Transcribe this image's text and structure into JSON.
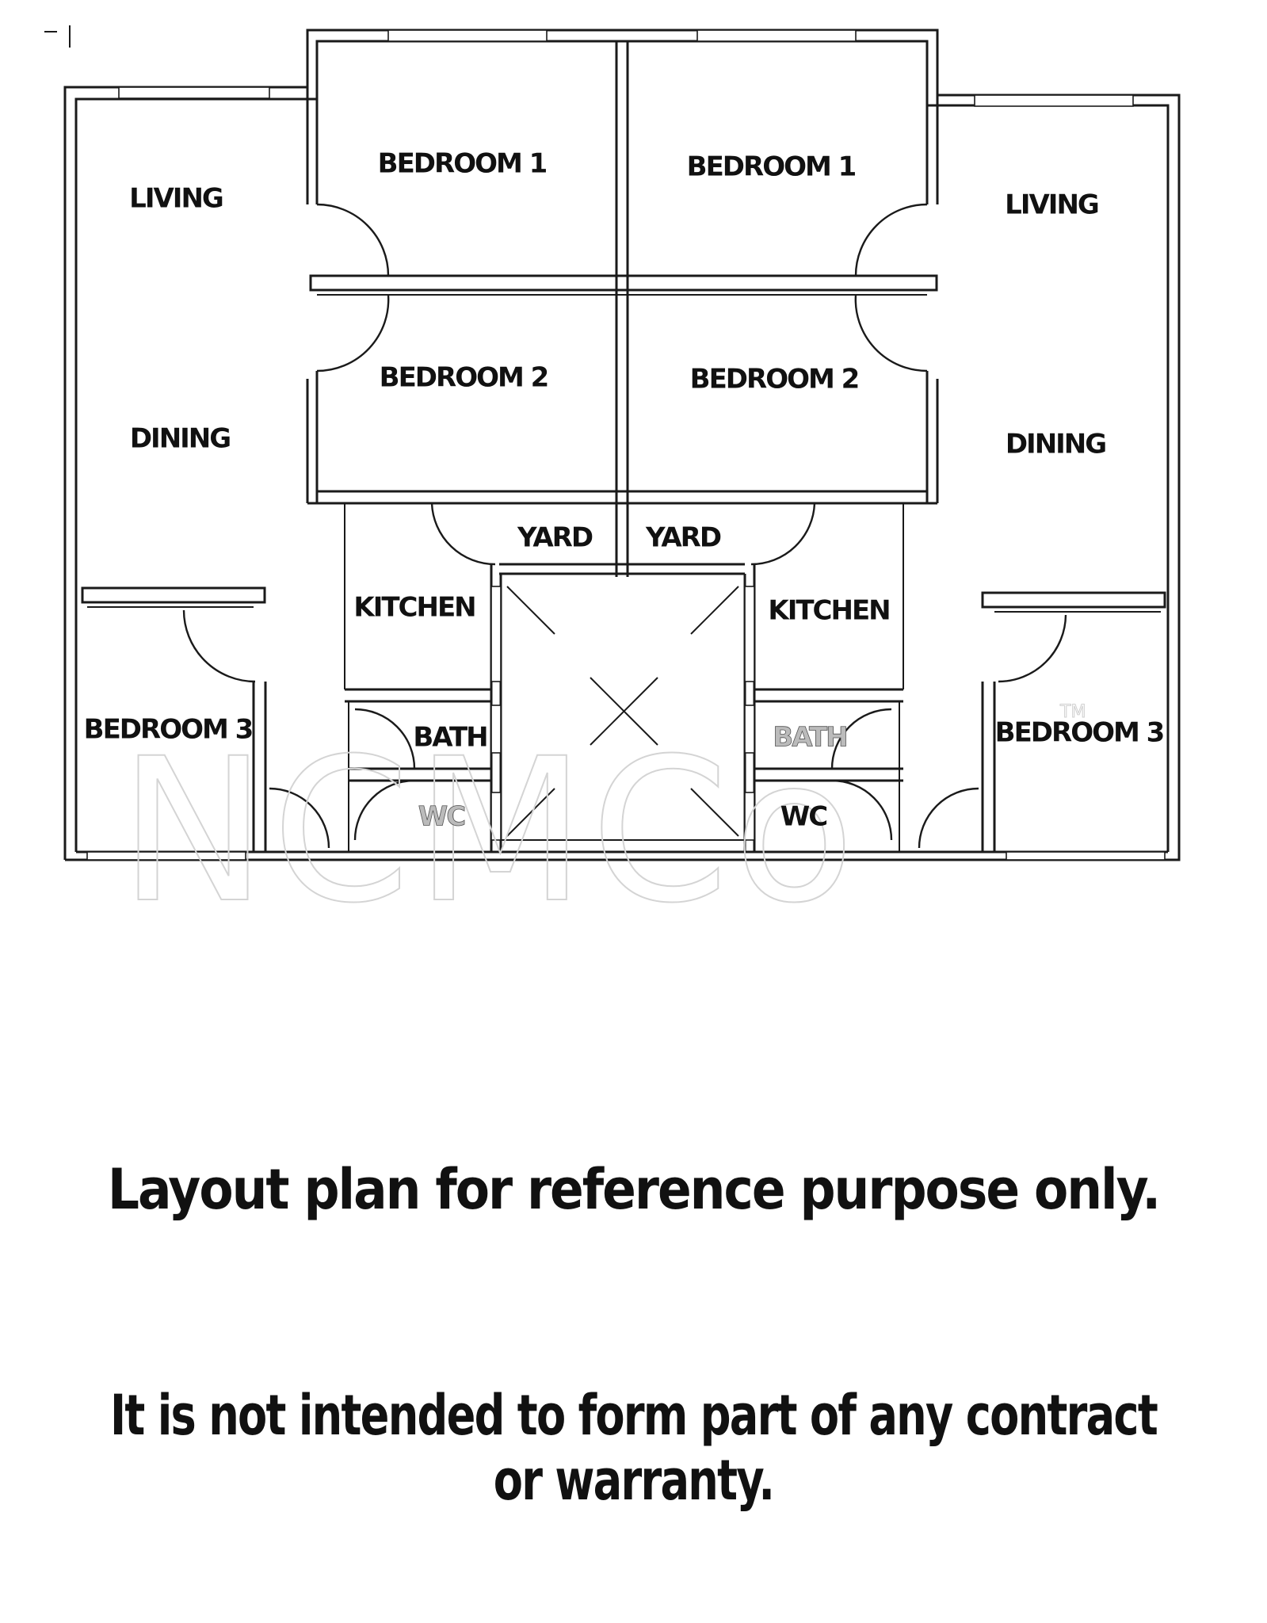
{
  "plan": {
    "rooms": {
      "l_living": "LIVING",
      "l_dining": "DINING",
      "l_bed1": "BEDROOM 1",
      "l_bed2": "BEDROOM 2",
      "l_bed3": "BEDROOM 3",
      "l_yard": "YARD",
      "l_kitchen": "KITCHEN",
      "l_bath": "BATH",
      "l_wc": "WC",
      "r_living": "LIVING",
      "r_dining": "DINING",
      "r_bed1": "BEDROOM 1",
      "r_bed2": "BEDROOM 2",
      "r_bed3": "BEDROOM 3",
      "r_yard": "YARD",
      "r_kitchen": "KITCHEN",
      "r_bath": "BATH",
      "r_wc": "WC"
    },
    "watermark": "NCMCo",
    "trademark": "TM"
  },
  "notes": {
    "line1": "Layout plan for reference purpose only.",
    "line2": "It is not intended to form part of any contract or warranty."
  }
}
